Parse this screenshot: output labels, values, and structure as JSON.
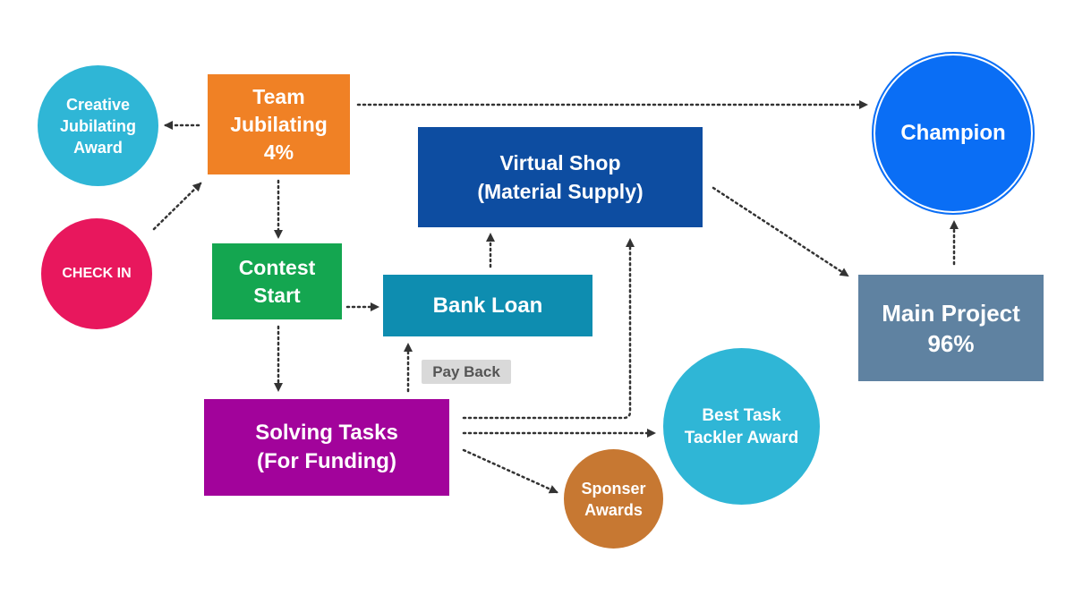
{
  "nodes": {
    "team_jubilating": {
      "lines": [
        "Team",
        "Jubilating",
        "4%"
      ],
      "color": "#f08125"
    },
    "creative_award": {
      "lines": [
        "Creative",
        "Jubilating",
        "Award"
      ],
      "color": "#2fb6d6"
    },
    "check_in": {
      "lines": [
        "CHECK IN"
      ],
      "color": "#e8175d"
    },
    "contest_start": {
      "lines": [
        "Contest",
        "Start"
      ],
      "color": "#14a650"
    },
    "virtual_shop": {
      "lines": [
        "Virtual Shop",
        "(Material Supply)"
      ],
      "color": "#0d4da1"
    },
    "bank_loan": {
      "lines": [
        "Bank Loan"
      ],
      "color": "#0e8db0"
    },
    "solving_tasks": {
      "lines": [
        "Solving Tasks",
        "(For Funding)"
      ],
      "color": "#a2039b"
    },
    "best_task_award": {
      "lines": [
        "Best Task",
        "Tackler Award"
      ],
      "color": "#2fb6d6"
    },
    "sponsor_awards": {
      "lines": [
        "Sponser",
        "Awards"
      ],
      "color": "#c77832"
    },
    "champion": {
      "lines": [
        "Champion"
      ],
      "color": "#0a6ef5"
    },
    "main_project": {
      "lines": [
        "Main Project",
        "96%"
      ],
      "color": "#5f82a1"
    }
  },
  "labels": {
    "pay_back": "Pay Back"
  },
  "arrow_color": "#333333"
}
